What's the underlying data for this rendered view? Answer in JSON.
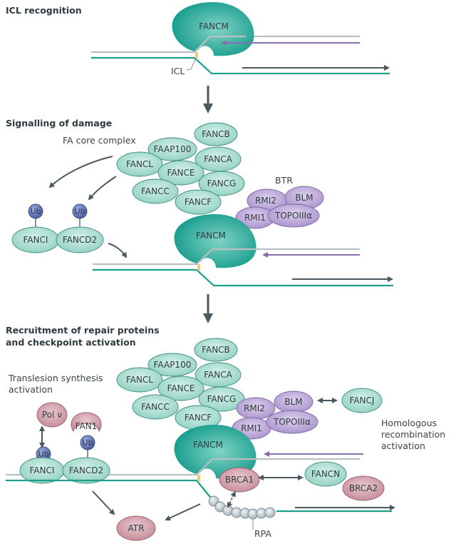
{
  "panels": [
    {
      "title": "ICL recognition",
      "fancm": "FANCM",
      "icl_label": "ICL"
    },
    {
      "title": "Signalling of damage",
      "core_complex_label": "FA core complex",
      "core_proteins": [
        "FANCB",
        "FAAP100",
        "FANCA",
        "FANCL",
        "FANCE",
        "FANCG",
        "FANCC",
        "FANCF"
      ],
      "btr_label": "BTR",
      "btr_proteins": [
        "RMI2",
        "BLM",
        "RMI1",
        "TOPOIIIα"
      ],
      "id2": [
        "FANCI",
        "FANCD2"
      ],
      "ub": "Ub",
      "fancm": "FANCM"
    },
    {
      "title_line1": "Recruitment of repair proteins",
      "title_line2": "and checkpoint activation",
      "core_proteins": [
        "FANCB",
        "FAAP100",
        "FANCA",
        "FANCL",
        "FANCE",
        "FANCG",
        "FANCC",
        "FANCF"
      ],
      "btr_proteins": [
        "RMI2",
        "BLM",
        "RMI1",
        "TOPOIIIα"
      ],
      "fancj": "FANCJ",
      "tls_line1": "Translesion synthesis",
      "tls_line2": "activation",
      "hr_line1": "Homologous",
      "hr_line2": "recombination",
      "hr_line3": "activation",
      "pol_nu": "Pol ν",
      "fan1": "FAN1",
      "ub": "Ub",
      "id2": [
        "FANCI",
        "FANCD2"
      ],
      "fancm": "FANCM",
      "brca1": "BRCA1",
      "fancn": "FANCN",
      "brca2": "BRCA2",
      "atr": "ATR",
      "rpa": "RPA"
    }
  ],
  "colors": {
    "fa_protein": "#a8dccf",
    "fancm": "#1aa08a",
    "btr": "#bca8d8",
    "pink": "#d3a3ad",
    "ub": "#6a7ab8",
    "dna_teal": "#1aa08a",
    "dna_grey": "#b8c0c4",
    "arrow_dark": "#4a5860",
    "arrow_purple": "#8a6cb0",
    "icl": "#f5c77a"
  }
}
